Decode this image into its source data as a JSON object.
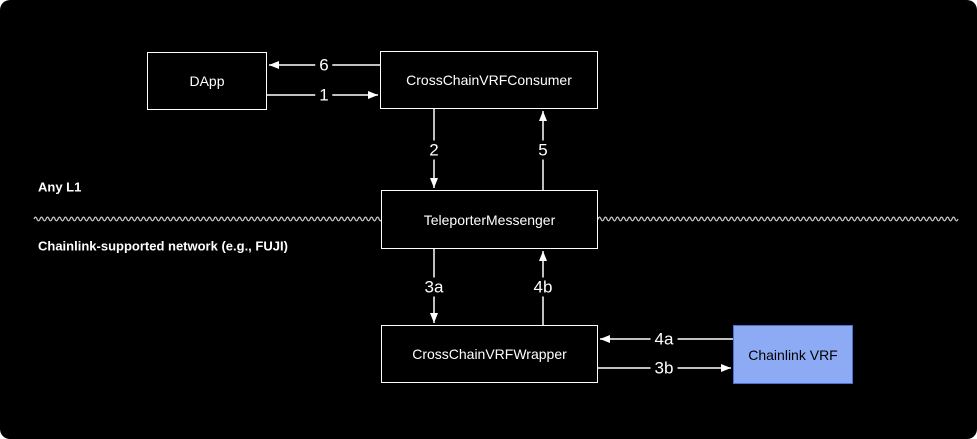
{
  "regions": {
    "top": "Any L1",
    "bottom": "Chainlink-supported network (e.g., FUJI)"
  },
  "nodes": {
    "dapp": {
      "label": "DApp"
    },
    "consumer": {
      "label": "CrossChainVRFConsumer"
    },
    "teleporter": {
      "label": "TeleporterMessenger"
    },
    "wrapper": {
      "label": "CrossChainVRFWrapper"
    },
    "chainlink_vrf": {
      "label": "Chainlink VRF"
    }
  },
  "edges": {
    "step1": {
      "label": "1",
      "from": "DApp",
      "to": "CrossChainVRFConsumer"
    },
    "step2": {
      "label": "2",
      "from": "CrossChainVRFConsumer",
      "to": "TeleporterMessenger"
    },
    "step3a": {
      "label": "3a",
      "from": "TeleporterMessenger",
      "to": "CrossChainVRFWrapper"
    },
    "step3b": {
      "label": "3b",
      "from": "CrossChainVRFWrapper",
      "to": "Chainlink VRF"
    },
    "step4a": {
      "label": "4a",
      "from": "Chainlink VRF",
      "to": "CrossChainVRFWrapper"
    },
    "step4b": {
      "label": "4b",
      "from": "CrossChainVRFWrapper",
      "to": "TeleporterMessenger"
    },
    "step5": {
      "label": "5",
      "from": "TeleporterMessenger",
      "to": "CrossChainVRFConsumer"
    },
    "step6": {
      "label": "6",
      "from": "CrossChainVRFConsumer",
      "to": "DApp"
    }
  },
  "colors": {
    "canvas_background": "#000000",
    "line": "#ffffff",
    "divider": "#bfbfbf",
    "node_fill": "#000000",
    "node_border": "#ffffff",
    "node_text": "#ffffff",
    "chainlink_fill": "#8dabf5",
    "chainlink_border": "#4a6fd6",
    "chainlink_text": "#000000"
  }
}
